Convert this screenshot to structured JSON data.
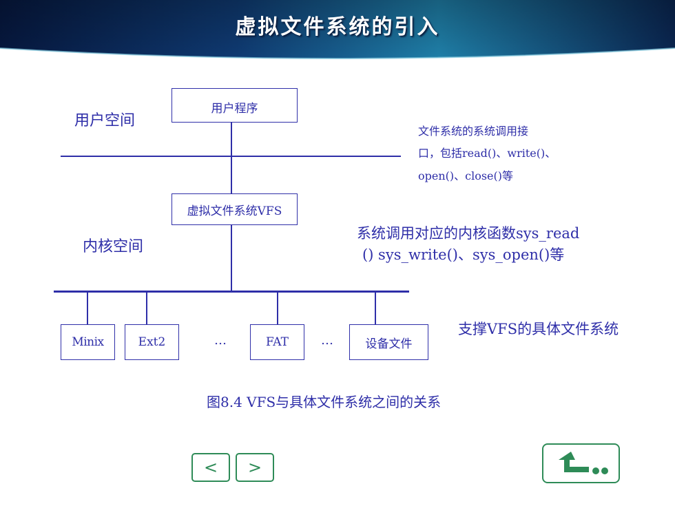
{
  "title": "虚拟文件系统的引入",
  "labels": {
    "user_space": "用户空间",
    "kernel_space": "内核空间"
  },
  "boxes": {
    "user_program": "用户程序",
    "vfs": "虚拟文件系统VFS",
    "minix": "Minix",
    "ext2": "Ext2",
    "fat": "FAT",
    "device_file": "设备文件"
  },
  "ellipsis": "…",
  "annotations": {
    "syscall_interface": [
      "文件系统的系统调用接",
      "口，包括read()、write()、",
      "open()、close()等"
    ],
    "kernel_functions": [
      "系统调用对应的内核函数sys_read",
      "()  sys_write()、sys_open()等"
    ],
    "concrete_fs": "支撑VFS的具体文件系统"
  },
  "caption": "图8.4 VFS与具体文件系统之间的关系",
  "nav": {
    "prev": "<",
    "next": ">"
  },
  "colors": {
    "diagram": "#2e2ea8",
    "nav": "#2e8b57",
    "header_dark": "#0b1e4a",
    "header_light": "#2a8fb0"
  }
}
